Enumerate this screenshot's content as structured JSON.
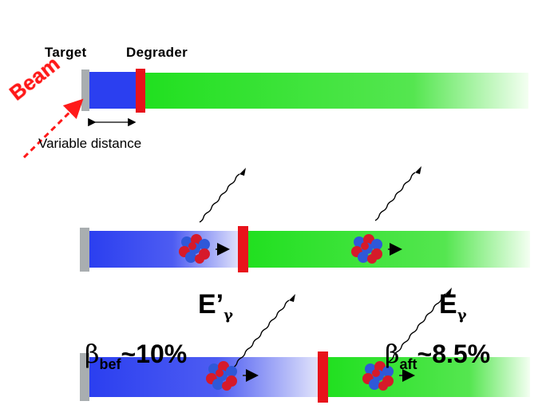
{
  "labels": {
    "target": "Target",
    "degrader": "Degrader",
    "beam": "Beam",
    "distance": "Variable distance"
  },
  "energies": {
    "e_prime_base": "E’",
    "e_base": "E",
    "gamma": "γ"
  },
  "velocities": {
    "before_symbol": "β",
    "before_sub": "bef",
    "before_value": "~10%",
    "after_symbol": "β",
    "after_sub": "aft",
    "after_value": "~8.5%"
  },
  "colors": {
    "target": "#a9aeb0",
    "blue": "#2b3ff0",
    "green": "#22e022",
    "degrader": "#e8131b",
    "beam": "#ff1a1a",
    "proton": "#d61a2a",
    "neutron": "#2f58d8"
  }
}
